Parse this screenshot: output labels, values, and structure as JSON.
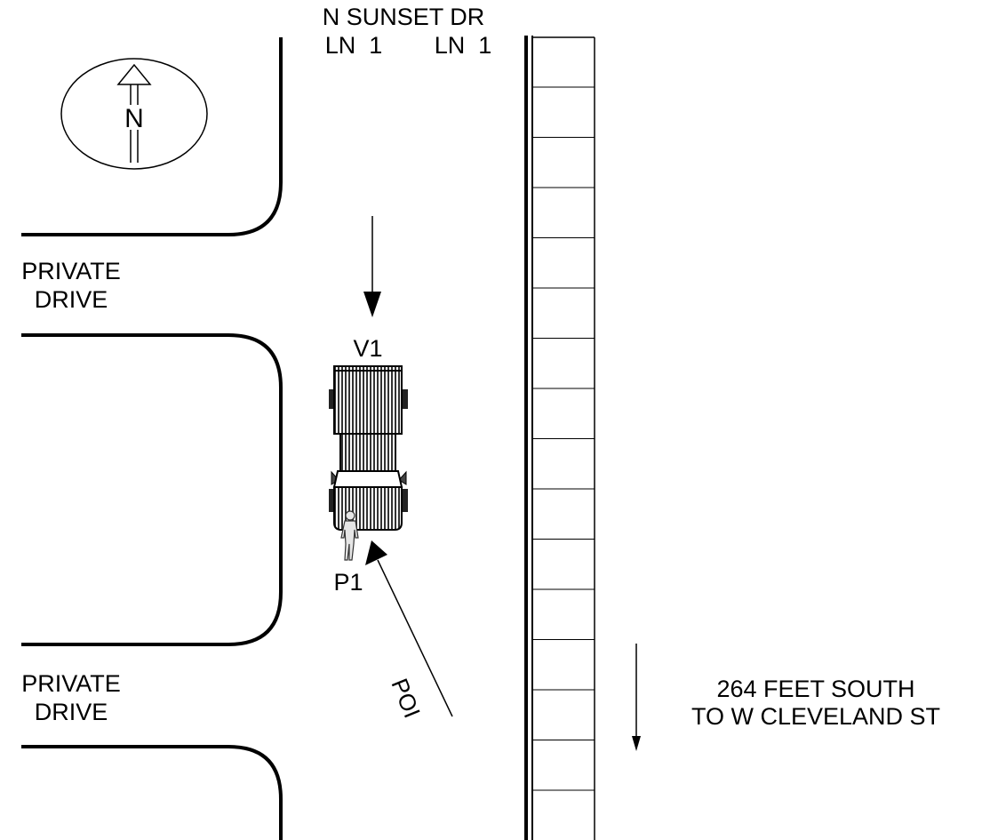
{
  "street": {
    "name": "N SUNSET DR",
    "lane_left": "LN  1",
    "lane_right": "LN  1"
  },
  "compass": {
    "letter": "N",
    "icon": "north-arrow-icon"
  },
  "driveways": [
    {
      "line1": "PRIVATE",
      "line2": "DRIVE"
    },
    {
      "line1": "PRIVATE",
      "line2": "DRIVE"
    }
  ],
  "vehicle": {
    "label": "V1",
    "icon": "pickup-truck-icon"
  },
  "pedestrian": {
    "label": "P1",
    "icon": "pedestrian-icon"
  },
  "impact": {
    "label": "POI"
  },
  "distance_note": {
    "line1": "264 FEET SOUTH",
    "line2": "TO W CLEVELAND ST"
  },
  "colors": {
    "ink": "#000000",
    "background": "#ffffff",
    "vehicle_fill": "#555555"
  }
}
